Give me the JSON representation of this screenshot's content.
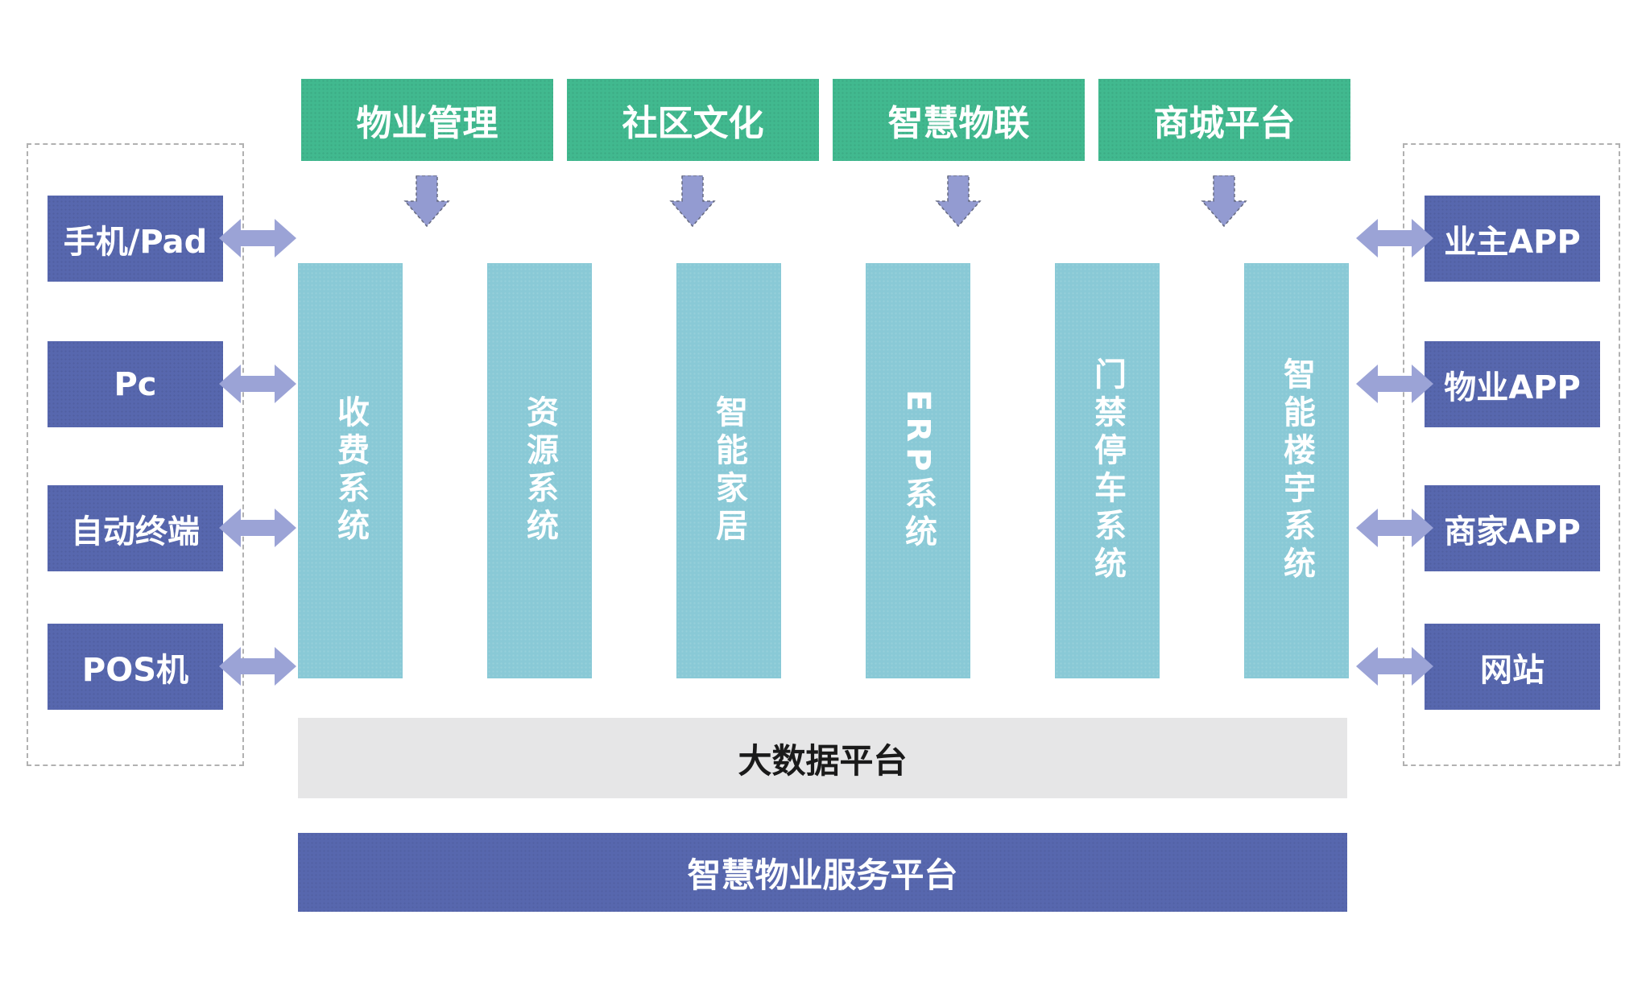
{
  "top_modules": [
    {
      "label": "物业管理"
    },
    {
      "label": "社区文化"
    },
    {
      "label": "智慧物联"
    },
    {
      "label": "商城平台"
    }
  ],
  "systems": [
    {
      "label": "收费系统"
    },
    {
      "label": "资源系统"
    },
    {
      "label": "智能家居"
    },
    {
      "label": "ERP系统"
    },
    {
      "label": "门禁停车系统"
    },
    {
      "label": "智能楼宇系统"
    }
  ],
  "left_terminals": [
    {
      "label": "手机/Pad"
    },
    {
      "label": "Pc"
    },
    {
      "label": "自动终端"
    },
    {
      "label": "POS机"
    }
  ],
  "right_apps": [
    {
      "label": "业主APP"
    },
    {
      "label": "物业APP"
    },
    {
      "label": "商家APP"
    },
    {
      "label": "网站"
    }
  ],
  "platforms": {
    "big_data_label": "大数据平台",
    "service_label": "智慧物业服务平台"
  },
  "icons": {
    "down_arrow": "down-arrow-icon",
    "double_arrow": "double-arrow-icon"
  },
  "colors": {
    "module_green": "#41b98f",
    "box_purple": "#5767ae",
    "column_teal": "#89c9d6",
    "arrow_light_purple": "#9ba3d6",
    "bar_gray": "#e6e6e7",
    "dashed_border_gray": "#b1b1b1",
    "bar_text_black": "#1a1a1a",
    "box_text_white": "#ffffff"
  }
}
